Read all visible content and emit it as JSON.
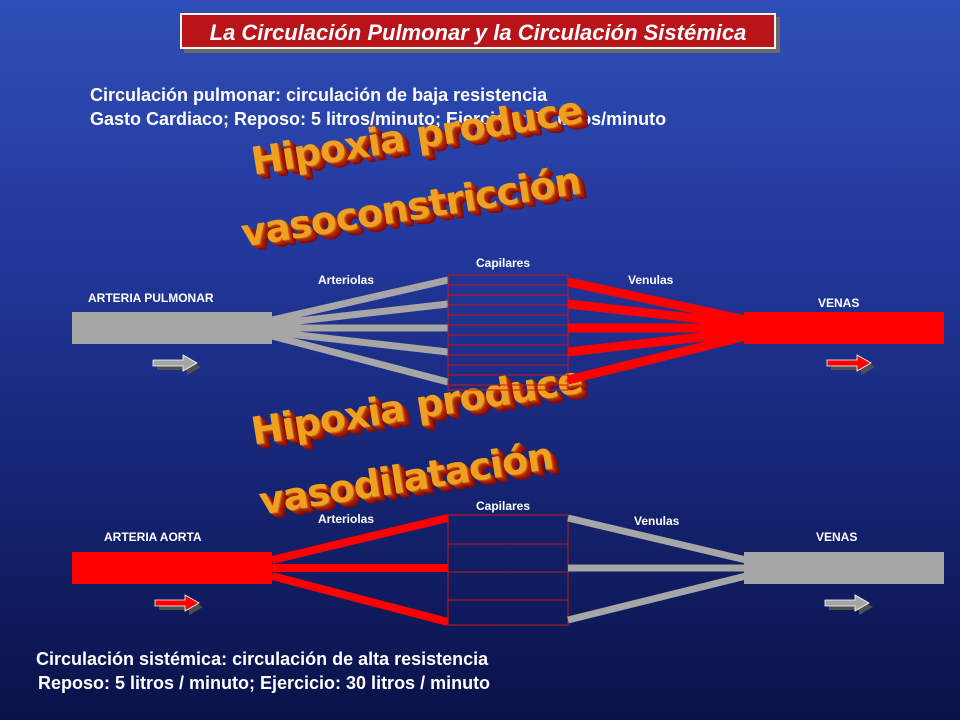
{
  "title": "La Circulación Pulmonar y la Circulación Sistémica",
  "pulmonary": {
    "line1": "Circulación pulmonar:  circulación de baja resistencia",
    "line2": "Gasto Cardiaco; Reposo: 5 litros/minuto; Ejercicio: 30 litros/minuto",
    "wordart1": "Hipoxia produce",
    "wordart2": "vasoconstricción",
    "artery_label": "ARTERIA PULMONAR",
    "arterioles_label": "Arteriolas",
    "capillaries_label": "Capilares",
    "venules_label": "Venulas",
    "veins_label": "VENAS"
  },
  "systemic": {
    "wordart1": "Hipoxia produce",
    "wordart2": "vasodilatación",
    "artery_label": "ARTERIA AORTA",
    "arterioles_label": "Arteriolas",
    "capillaries_label": "Capilares",
    "venules_label": "Venulas",
    "veins_label": "VENAS",
    "line1": "Circulación sistémica:  circulación de alta resistencia",
    "line2": "Reposo: 5 litros / minuto; Ejercicio: 30 litros / minuto"
  },
  "colors": {
    "red": "#ff0000",
    "gray": "#a6a6a6",
    "title_bg": "#b8141a",
    "wordart": "#f0a020"
  }
}
